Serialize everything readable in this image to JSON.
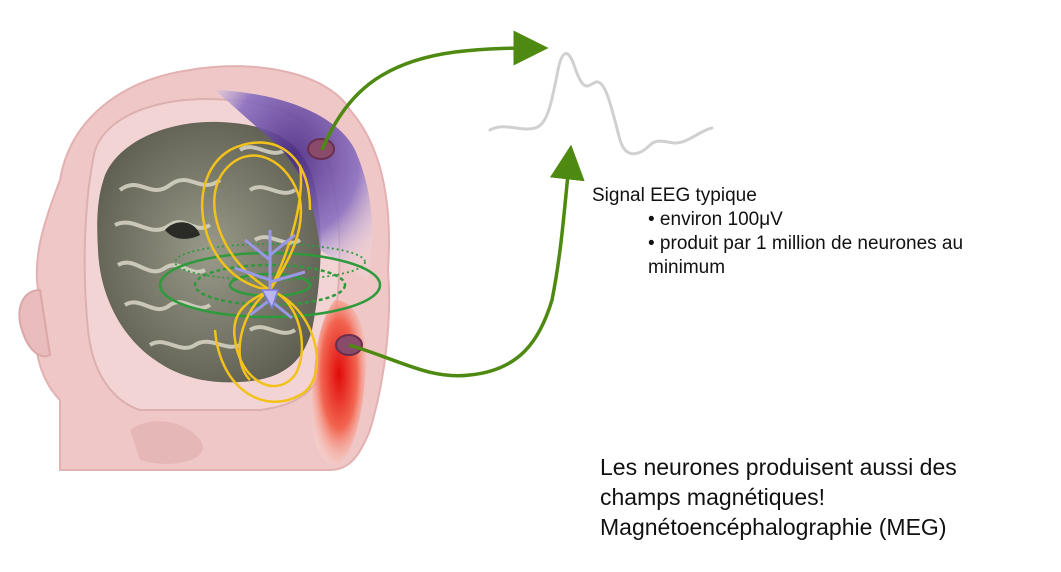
{
  "eeg_panel": {
    "title": "Signal EEG typique",
    "bullet_1": "• environ 100μV",
    "bullet_2": "• produit par 1 million de neurones au",
    "bullet_2_cont": "minimum"
  },
  "meg_note": {
    "line_1": "Les neurones produisent aussi des",
    "line_2": "champs magnétiques!",
    "line_3": "Magnétoencéphalographie (MEG)"
  },
  "colors": {
    "arrow": "#4e8a12",
    "field_lines_electric": "#f2c21a",
    "field_lines_magnetic": "#2e9a3c",
    "positive_pole": "#6a3a9a",
    "negative_pole": "#e21a1a",
    "eeg_trace": "#d0d0d0",
    "skin": "#efc7c7"
  }
}
